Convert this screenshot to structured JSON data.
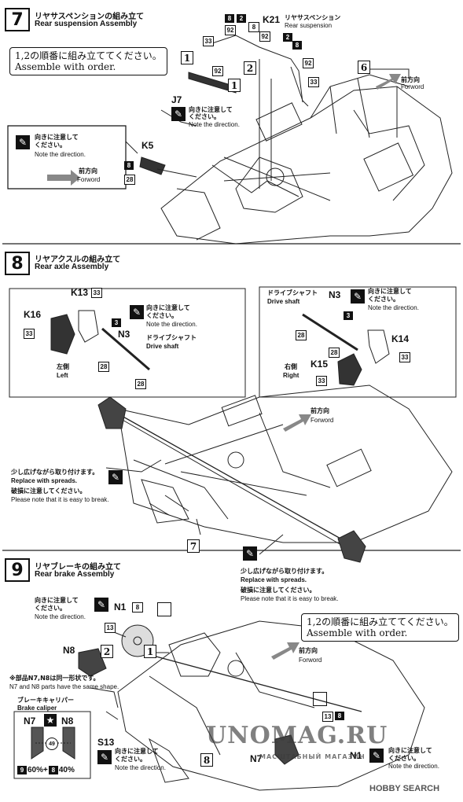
{
  "steps": [
    {
      "num": "7",
      "jp": "リヤサスペンションの組み立て",
      "en": "Rear suspension Assembly"
    },
    {
      "num": "8",
      "jp": "リヤアクスルの組み立て",
      "en": "Rear axle Assembly"
    },
    {
      "num": "9",
      "jp": "リヤブレーキの組み立て",
      "en": "Rear brake Assembly"
    }
  ],
  "order_note": {
    "jp": "1,2の順番に組み立ててください。",
    "en": "Assemble with order."
  },
  "note_direction": {
    "jp": "向きに注意して",
    "jp2": "ください。",
    "en": "Note the direction."
  },
  "forward": {
    "jp": "前方向",
    "en": "Forword"
  },
  "s7": {
    "k21": "K21",
    "k21_jp": "リヤサスペンション",
    "k21_en": "Rear suspension",
    "j7": "J7",
    "k5": "K5",
    "ref6": "6",
    "circ1": "1",
    "circ2": "2",
    "pn": [
      "8",
      "2",
      "8",
      "92",
      "33",
      "92",
      "2",
      "8",
      "92",
      "33",
      "92",
      "8",
      "28"
    ]
  },
  "s8": {
    "k13": "K13",
    "k16": "K16",
    "n3": "N3",
    "ds_jp": "ドライブシャフト",
    "ds_en": "Drive shaft",
    "left_jp": "左側",
    "left_en": "Left",
    "right_jp": "右側",
    "right_en": "Right",
    "k14": "K14",
    "k15": "K15",
    "ref7": "7",
    "spread_jp": "少し広げながら取り付けます。",
    "spread_en": "Replace with spreads.",
    "break_jp": "破損に注意してください。",
    "break_en": "Please note that it is easy to break.",
    "pn": [
      "33",
      "33",
      "3",
      "28",
      "28",
      "3",
      "28",
      "28",
      "33",
      "33"
    ]
  },
  "s9": {
    "n1": "N1",
    "n8": "N8",
    "n7": "N7",
    "s13": "S13",
    "ref8": "8",
    "same_jp": "※部品N7,N8は同一形状です。",
    "same_en": "N7 and N8 parts have the same shape.",
    "caliper_jp": "ブレーキキャリパー",
    "caliper_en": "Brake caliper",
    "mix": "60%+",
    "mix2": "40%",
    "mixA": "9",
    "mixB": "8",
    "c49": "49",
    "pn": [
      "8",
      "13",
      "13",
      "8"
    ]
  },
  "watermark": {
    "main": "UNOMAG.RU",
    "sub": "МАСШТАБНЫЙ МАГАЗИН",
    "hobby": "HOBBY SEARCH"
  }
}
